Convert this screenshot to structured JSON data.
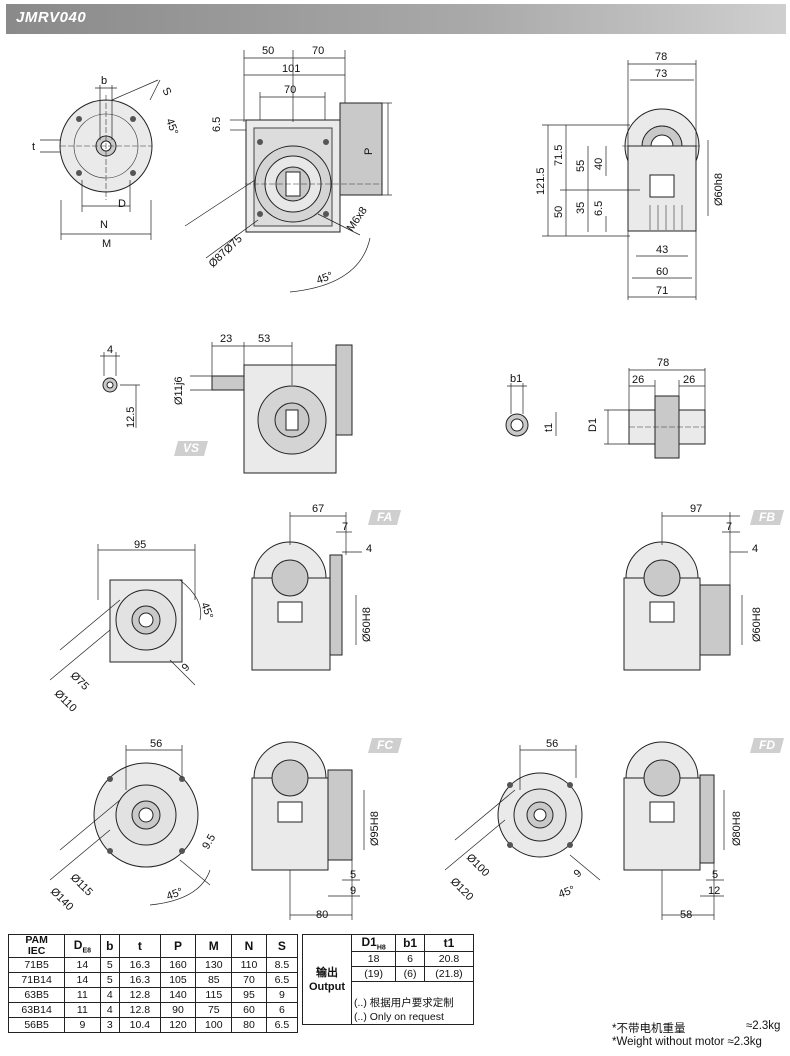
{
  "title": "JMRV040",
  "version_tags": [
    "VS",
    "FA",
    "FB",
    "FC",
    "FD"
  ],
  "dims": {
    "top_side": [
      "50",
      "70",
      "101",
      "70",
      "6.5",
      "P",
      "Ø75",
      "Ø87",
      "45°",
      "M6x8"
    ],
    "top_left": [
      "b",
      "t",
      "D",
      "N",
      "M",
      "S",
      "45°"
    ],
    "top_right": [
      "78",
      "73",
      "121.5",
      "71.5",
      "55",
      "40",
      "50",
      "35",
      "6.5",
      "Ø60h8",
      "43",
      "60",
      "71"
    ],
    "vs": [
      "4",
      "12.5",
      "23",
      "53",
      "Ø11j6"
    ],
    "output": [
      "b1",
      "t1",
      "D1",
      "78",
      "26",
      "26"
    ],
    "fa_flange": [
      "95",
      "45°",
      "Ø75",
      "Ø110",
      "9"
    ],
    "fa_side": [
      "67",
      "7",
      "4",
      "Ø60H8"
    ],
    "fb_side": [
      "97",
      "7",
      "4",
      "Ø60H8"
    ],
    "fc_flange": [
      "56",
      "9.5",
      "Ø115",
      "Ø140",
      "45°"
    ],
    "fc_side": [
      "Ø95H8",
      "5",
      "9",
      "80"
    ],
    "fd_flange": [
      "56",
      "Ø100",
      "Ø120",
      "9",
      "45°"
    ],
    "fd_side": [
      "Ø80H8",
      "5",
      "12",
      "58"
    ]
  },
  "table": {
    "pam_header": [
      "PAM",
      "IEC"
    ],
    "headers": [
      "D",
      "E8",
      "b",
      "t",
      "P",
      "M",
      "N",
      "S"
    ],
    "rows": [
      [
        "71B5",
        "14",
        "5",
        "16.3",
        "160",
        "130",
        "110",
        "8.5"
      ],
      [
        "71B14",
        "14",
        "5",
        "16.3",
        "105",
        "85",
        "70",
        "6.5"
      ],
      [
        "63B5",
        "11",
        "4",
        "12.8",
        "140",
        "115",
        "95",
        "9"
      ],
      [
        "63B14",
        "11",
        "4",
        "12.8",
        "90",
        "75",
        "60",
        "6"
      ],
      [
        "56B5",
        "9",
        "3",
        "10.4",
        "120",
        "100",
        "80",
        "6.5"
      ]
    ],
    "output_label_cn": "输出",
    "output_label_en": "Output",
    "out_headers": [
      "D1",
      "H8",
      "b1",
      "t1"
    ],
    "out_rows": [
      [
        "18",
        "6",
        "20.8"
      ],
      [
        "(19)",
        "(6)",
        "(21.8)"
      ]
    ],
    "notes": [
      "(..) 根据用户要求定制",
      "(..) Only on request"
    ]
  },
  "weight": {
    "cn_label": "*不带电机重量",
    "cn_value": "≈2.3kg",
    "en_label": "*Weight without motor",
    "en_value": "≈2.3kg"
  }
}
